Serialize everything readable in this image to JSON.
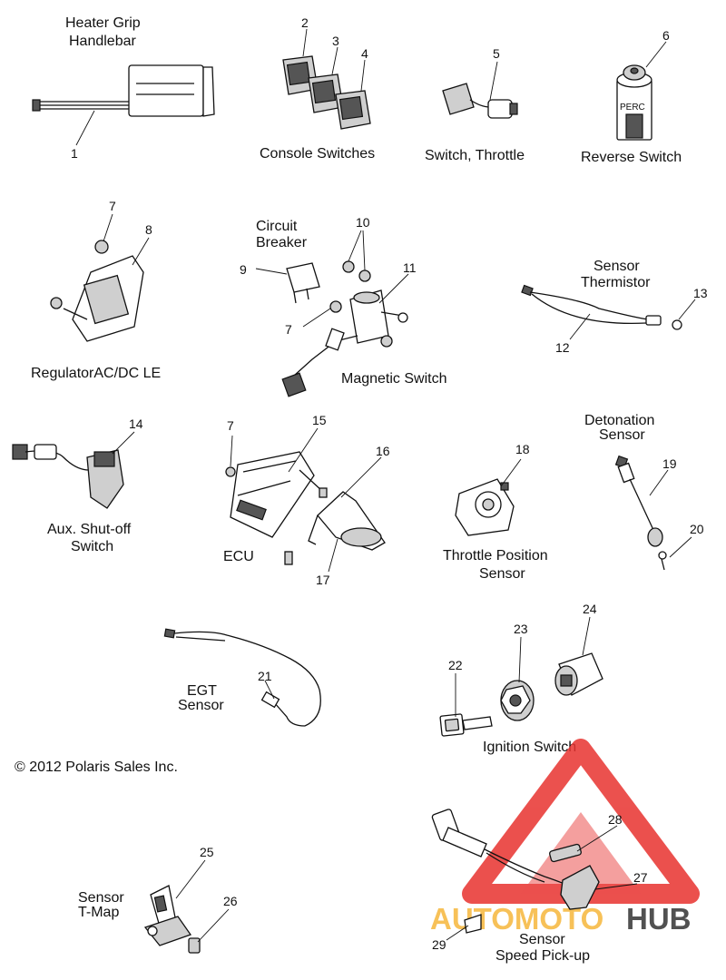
{
  "labels": {
    "heater_grip": [
      "Heater Grip",
      "Handlebar"
    ],
    "console_switches": "Console Switches",
    "switch_throttle": "Switch, Throttle",
    "reverse_switch": "Reverse Switch",
    "perc": "PERC",
    "circuit_breaker": [
      "Circuit",
      "Breaker"
    ],
    "sensor_thermistor": [
      "Sensor",
      "Thermistor"
    ],
    "regulator": "RegulatorAC/DC LE",
    "magnetic_switch": "Magnetic Switch",
    "detonation_sensor": [
      "Detonation",
      "Sensor"
    ],
    "aux_shutoff": [
      "Aux. Shut-off",
      "Switch"
    ],
    "ecu": "ECU",
    "throttle_position": [
      "Throttle Position",
      "Sensor"
    ],
    "egt_sensor": [
      "EGT",
      "Sensor"
    ],
    "ignition_switch": "Ignition Switch",
    "copyright": "© 2012 Polaris Sales Inc.",
    "sensor_tmap": [
      "Sensor",
      "T-Map"
    ],
    "speed_pickup": [
      "Sensor",
      "Speed Pick-up"
    ]
  },
  "callouts": [
    "1",
    "2",
    "3",
    "4",
    "5",
    "6",
    "7",
    "8",
    "9",
    "10",
    "11",
    "12",
    "13",
    "14",
    "15",
    "16",
    "17",
    "18",
    "19",
    "20",
    "21",
    "22",
    "23",
    "24",
    "25",
    "26",
    "27",
    "28",
    "29"
  ],
  "extra_callouts": {
    "seven_b": "7",
    "seven_c": "7"
  },
  "watermark": {
    "brand": "AUTOMOTOHUB",
    "color": "#e8322f",
    "accent": "#f6b73c",
    "dark": "#333333"
  }
}
